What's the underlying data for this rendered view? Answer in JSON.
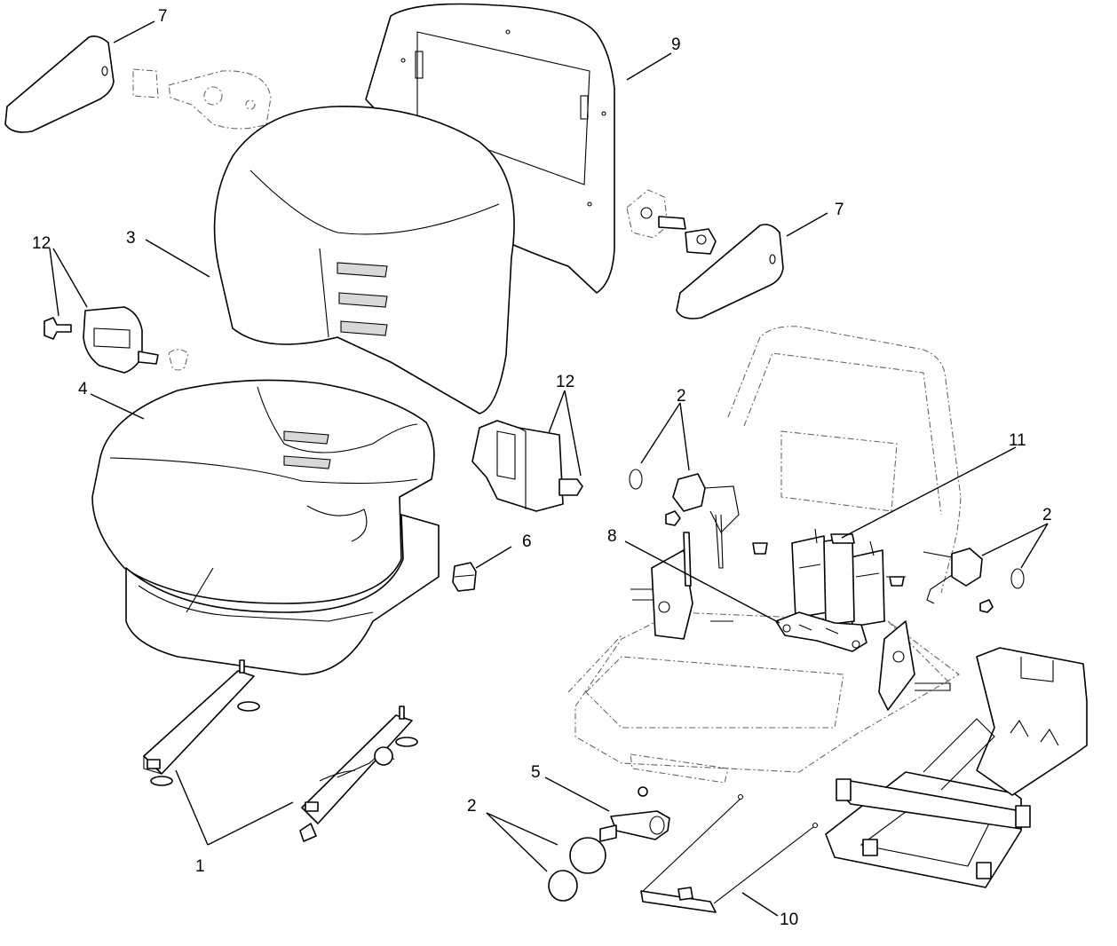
{
  "callouts": [
    {
      "id": "c1",
      "text": "1"
    },
    {
      "id": "c2a",
      "text": "2"
    },
    {
      "id": "c2b",
      "text": "2"
    },
    {
      "id": "c2c",
      "text": "2"
    },
    {
      "id": "c3",
      "text": "3"
    },
    {
      "id": "c4",
      "text": "4"
    },
    {
      "id": "c5",
      "text": "5"
    },
    {
      "id": "c6",
      "text": "6"
    },
    {
      "id": "c7a",
      "text": "7"
    },
    {
      "id": "c7b",
      "text": "7"
    },
    {
      "id": "c8",
      "text": "8"
    },
    {
      "id": "c9",
      "text": "9"
    },
    {
      "id": "c10",
      "text": "10"
    },
    {
      "id": "c11",
      "text": "11"
    },
    {
      "id": "c12a",
      "text": "12"
    },
    {
      "id": "c12b",
      "text": "12"
    }
  ]
}
